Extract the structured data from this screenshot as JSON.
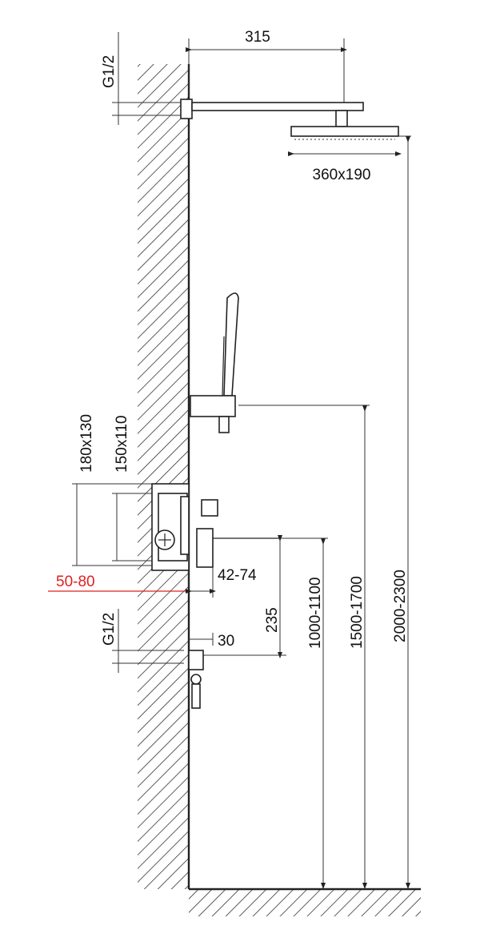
{
  "labels": {
    "arm_length": "315",
    "head_size": "360x190",
    "top_thread": "G1/2",
    "box_outer": "180x130",
    "box_inner": "150x110",
    "wall_depth": "50-80",
    "projection": "42-74",
    "outlet_offset": "235",
    "outlet_depth": "30",
    "bottom_thread": "G1/2",
    "mixer_height": "1000-1100",
    "holder_height": "1500-1700",
    "head_height": "2000-2300"
  },
  "colors": {
    "line": "#222222",
    "accent_red": "#e02020"
  }
}
